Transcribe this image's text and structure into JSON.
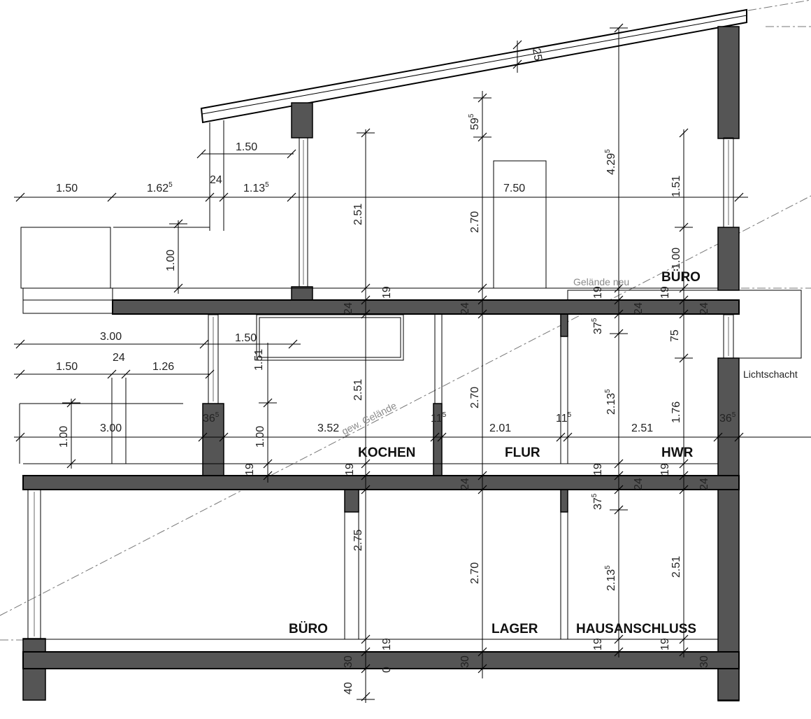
{
  "rooms": {
    "buero_og": "BÜRO",
    "kochen": "KOCHEN",
    "flur": "FLUR",
    "hwr": "HWR",
    "buero_ug": "BÜRO",
    "lager": "LAGER",
    "hausanschluss": "HAUSANSCHLUSS"
  },
  "notes": {
    "gelaende_neu": "Gelände neu",
    "gew_gelaende": "gew. Gelände",
    "lichtschacht": "Lichtschacht"
  },
  "dims": {
    "d_150_a": "1.50",
    "d_162_main": "1.62",
    "d_162_sup": "5",
    "d_24_a": "24",
    "d_113_main": "1.13",
    "d_113_sup": "5",
    "d_150_b": "1.50",
    "d_750": "7.50",
    "d_100_a": "1.00",
    "d_251_a": "2.51",
    "d_270_a": "2.70",
    "d_595_main": "59",
    "d_595_sup": "5",
    "d_4295_main": "4.29",
    "d_4295_sup": "5",
    "d_25": "25",
    "d_151_a": "1.51",
    "d_100_b": "1.00",
    "d_19_a": "19",
    "d_24_b": "24",
    "d_24_c": "24",
    "d_19_b": "19",
    "d_24_d": "24",
    "d_19_c": "19",
    "d_24_e": "24",
    "d_375_a_main": "37",
    "d_375_a_sup": "5",
    "d_75": "75",
    "d_300_a": "3.00",
    "d_150_c": "1.50",
    "d_24_f": "24",
    "d_150_d": "1.50",
    "d_126": "1.26",
    "d_151_b": "1.51",
    "d_251_b": "2.51",
    "d_270_b": "2.70",
    "d_2135_a_main": "2.13",
    "d_2135_a_sup": "5",
    "d_176": "1.76",
    "d_100_c": "1.00",
    "d_300_b": "3.00",
    "d_365_a_main": "36",
    "d_365_a_sup": "5",
    "d_100_d": "1.00",
    "d_352": "3.52",
    "d_115_a_main": "11",
    "d_115_a_sup": "5",
    "d_201": "2.01",
    "d_115_b_main": "11",
    "d_115_b_sup": "5",
    "d_251_c": "2.51",
    "d_365_b_main": "36",
    "d_365_b_sup": "5",
    "d_19_d": "19",
    "d_19_e": "19",
    "d_24_g": "24",
    "d_19_f": "19",
    "d_24_h": "24",
    "d_19_g": "19",
    "d_24_i": "24",
    "d_375_b_main": "37",
    "d_375_b_sup": "5",
    "d_275": "2.75",
    "d_270_c": "2.70",
    "d_2135_b_main": "2.13",
    "d_2135_b_sup": "5",
    "d_251_d": "2.51",
    "d_19_h": "19",
    "d_30_a": "30",
    "d_30_b": "30",
    "d_19_i": "19",
    "d_19_j": "19",
    "d_30_c": "30",
    "d_0": "0",
    "d_40": "40"
  }
}
